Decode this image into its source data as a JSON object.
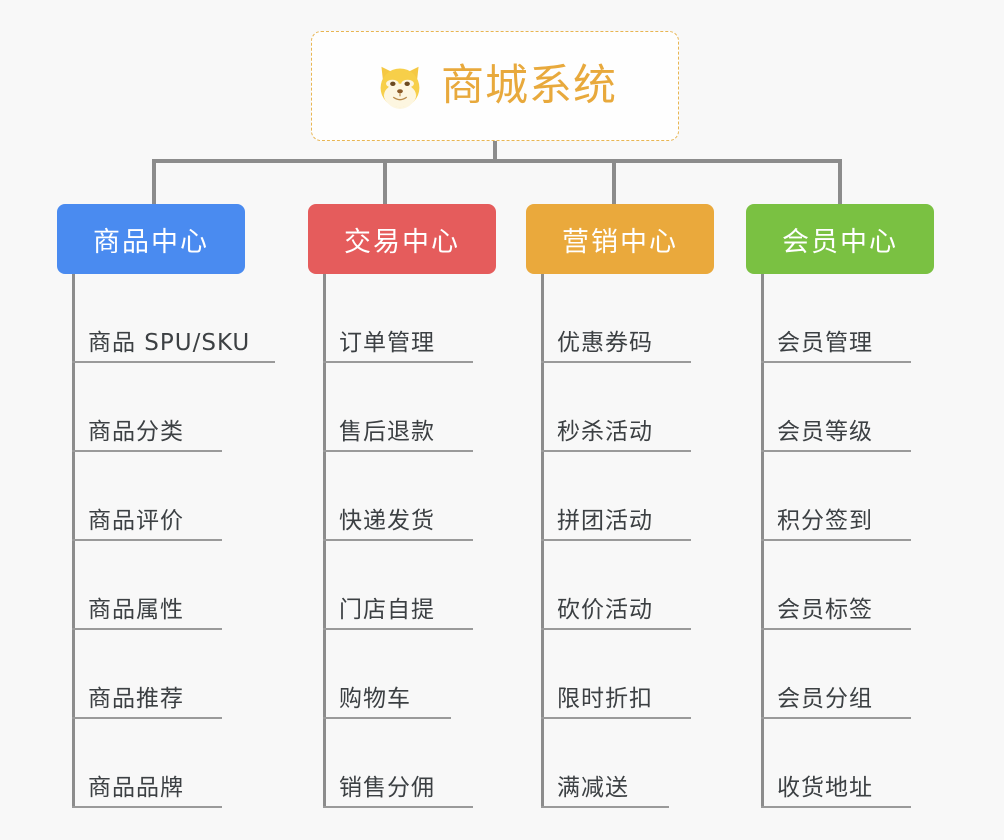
{
  "root": {
    "title": "商城系统",
    "icon": "shiba-inu-dog-face-emoji",
    "border_color": "#e8b552",
    "text_color": "#e8a93c"
  },
  "branches": [
    {
      "label": "商品中心",
      "color": "#4a8bf0",
      "items": [
        "商品 SPU/SKU",
        "商品分类",
        "商品评价",
        "商品属性",
        "商品推荐",
        "商品品牌"
      ]
    },
    {
      "label": "交易中心",
      "color": "#e55c5c",
      "items": [
        "订单管理",
        "售后退款",
        "快递发货",
        "门店自提",
        "购物车",
        "销售分佣"
      ]
    },
    {
      "label": "营销中心",
      "color": "#eaa93c",
      "items": [
        "优惠券码",
        "秒杀活动",
        "拼团活动",
        "砍价活动",
        "限时折扣",
        "满减送"
      ]
    },
    {
      "label": "会员中心",
      "color": "#7ac142",
      "items": [
        "会员管理",
        "会员等级",
        "积分签到",
        "会员标签",
        "会员分组",
        "收货地址"
      ]
    }
  ],
  "connector_color": "#8c8c8c",
  "background_color": "#f8f8f8"
}
